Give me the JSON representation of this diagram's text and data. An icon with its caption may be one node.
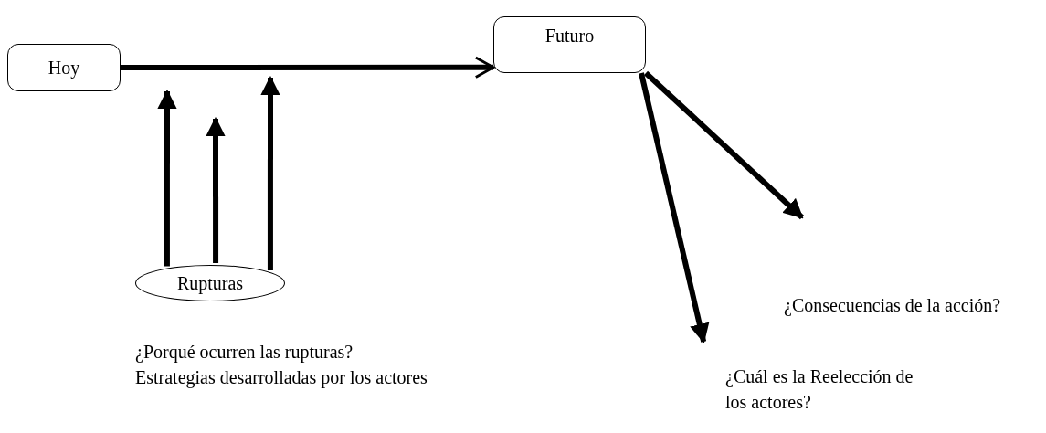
{
  "diagram": {
    "nodes": [
      {
        "text": [
          "Hoy"
        ]
      },
      {
        "text": [
          "Futuro"
        ]
      },
      {
        "text": [
          "Rupturas"
        ],
        "beside": [
          "¿Porqué ocurren las rupturas? Estrategias desarrolladas por los actores"
        ]
      },
      {
        "text": [
          "¿Consecuencias de la acción?"
        ]
      },
      {
        "text": [
          "¿Cuál es la Reelección de los actores?"
        ]
      }
    ],
    "edges": [
      {
        "from": 0,
        "to": 1,
        "arrow": "to"
      },
      {
        "from": 2,
        "to": null,
        "arrow": "to"
      },
      {
        "from": 2,
        "to": null,
        "arrow": "to"
      },
      {
        "from": 2,
        "to": null,
        "arrow": "to"
      },
      {
        "from": 1,
        "to": 3,
        "arrow": "to"
      },
      {
        "from": 1,
        "to": 4,
        "arrow": "to"
      }
    ]
  }
}
